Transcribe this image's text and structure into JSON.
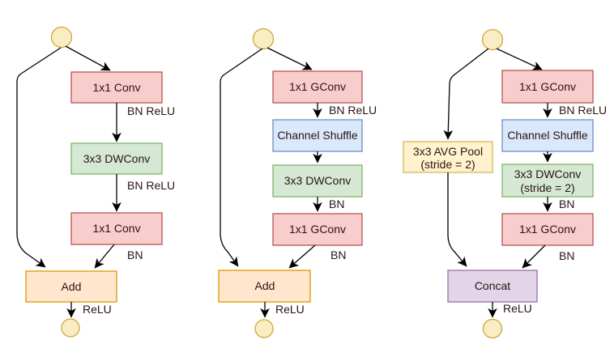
{
  "colors": {
    "red": {
      "fill": "#f8cecc",
      "stroke": "#b85450"
    },
    "green": {
      "fill": "#d5e8d4",
      "stroke": "#82b366"
    },
    "blue": {
      "fill": "#dae8fc",
      "stroke": "#6c8ebf"
    },
    "orange": {
      "fill": "#ffe6cc",
      "stroke": "#d79b00"
    },
    "yellow": {
      "fill": "#fff2cc",
      "stroke": "#d6b656"
    },
    "purple": {
      "fill": "#e1d5e7",
      "stroke": "#9673a6"
    },
    "node": {
      "fill": "#f9edc4",
      "stroke": "#d0a63a"
    },
    "text": "#2b1414",
    "edge": "#000000",
    "background": "#ffffff"
  },
  "units": {
    "a": {
      "conv1": "1x1 Conv",
      "bn_relu_1": "BN ReLU",
      "dwconv": "3x3 DWConv",
      "bn_relu_2": "BN ReLU",
      "conv2": "1x1 Conv",
      "bn": "BN",
      "add": "Add",
      "relu": "ReLU"
    },
    "b": {
      "gconv1": "1x1 GConv",
      "bn_relu": "BN ReLU",
      "shuffle": "Channel Shuffle",
      "dwconv": "3x3 DWConv",
      "bn_1": "BN",
      "gconv2": "1x1 GConv",
      "bn_2": "BN",
      "add": "Add",
      "relu": "ReLU"
    },
    "c": {
      "avgpool_l1": "3x3 AVG Pool",
      "avgpool_l2": "(stride = 2)",
      "gconv1": "1x1 GConv",
      "bn_relu": "BN ReLU",
      "shuffle": "Channel Shuffle",
      "dwconv_l1": "3x3 DWConv",
      "dwconv_l2": "(stride = 2)",
      "bn_1": "BN",
      "gconv2": "1x1 GConv",
      "bn_2": "BN",
      "concat": "Concat",
      "relu": "ReLU"
    }
  }
}
